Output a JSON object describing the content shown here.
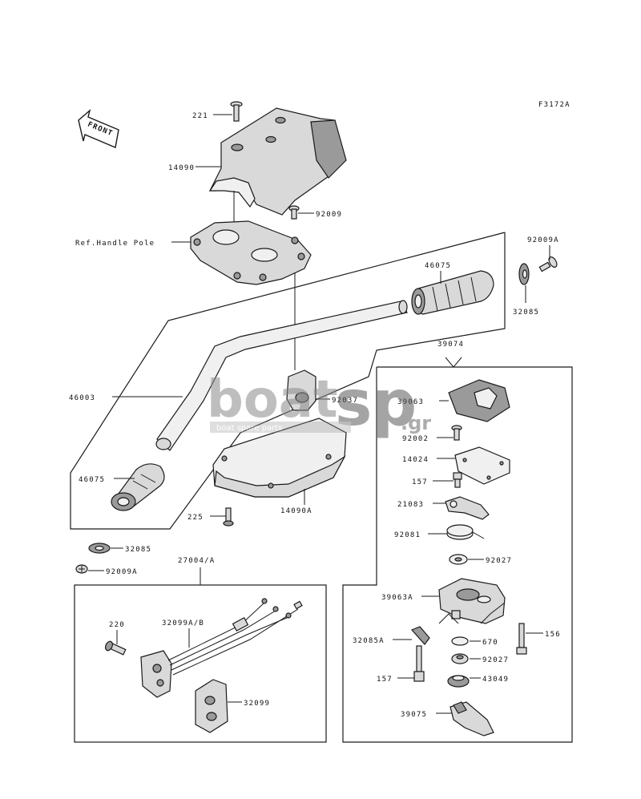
{
  "figure_code": "F3172A",
  "front_label": "FRONT",
  "watermark": {
    "brand_main": "boat",
    "brand_sp": "sp",
    "tld": ".gr",
    "tagline": "boat spare parts"
  },
  "labels": {
    "l221": "221",
    "l14090": "14090",
    "l92009": "92009",
    "ref_handle_pole": "Ref.Handle Pole",
    "l92009A_top": "92009A",
    "l46075_top": "46075",
    "l32085_top": "32085",
    "l39074": "39074",
    "l46003": "46003",
    "l92037": "92037",
    "l39063": "39063",
    "l92002": "92002",
    "l14024": "14024",
    "l157_top": "157",
    "l21083": "21083",
    "l46075_bottom": "46075",
    "l225": "225",
    "l14090A": "14090A",
    "l92081": "92081",
    "l92027_top": "92027",
    "l32085_bottom": "32085",
    "l92009A_bottom": "92009A",
    "l27004A": "27004/A",
    "l39063A": "39063A",
    "l220": "220",
    "l32099AB": "32099A/B",
    "l156": "156",
    "l32085A": "32085A",
    "l670": "670",
    "l92027_bottom": "92027",
    "l157_bottom": "157",
    "l43049": "43049",
    "l32099": "32099",
    "l39075": "39075"
  }
}
